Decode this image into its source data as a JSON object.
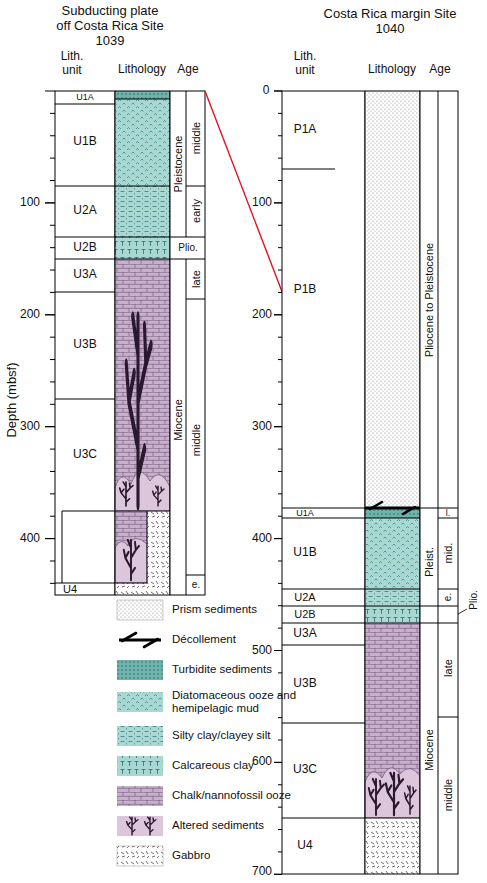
{
  "diagram": {
    "labels": [
      "Subducting plate off Costa Rica Site 1039",
      "Lith. unit",
      "Lithology",
      "Age",
      "U1A",
      "U1B",
      "U2A",
      "U2B",
      "U3A",
      "U3B",
      "U3C",
      "U4",
      "Pleistocene",
      "middle",
      "early",
      "Plio.",
      "late",
      "Miocene",
      "middle",
      "e.",
      "100",
      "200",
      "300",
      "400",
      "Depth (mbsf)",
      "Costa Rica margin Site 1040",
      "Lith. unit",
      "Lithology",
      "Age",
      "0",
      "100",
      "200",
      "300",
      "400",
      "500",
      "600",
      "700",
      "P1A",
      "P1B",
      "U1A",
      "U1B",
      "U2A",
      "U2B",
      "U3A",
      "U3B",
      "U3C",
      "U4",
      "Pliocene to Pleistocene",
      "l.",
      "Pleist.",
      "mid.",
      "e.",
      "Plio.",
      "late",
      "Miocene",
      "middle"
    ],
    "legend": [
      {
        "text": "Prism sediments"
      },
      {
        "text": "Décollement"
      },
      {
        "text": "Turbidite sediments"
      },
      {
        "text": "Diatomaceous ooze and hemipelagic mud"
      },
      {
        "text": "Silty clay/clayey silt"
      },
      {
        "text": "Calcareous clay"
      },
      {
        "text": "Chalk/nannofossil ooze"
      },
      {
        "text": "Altered sediments"
      },
      {
        "text": "Gabbro"
      }
    ]
  }
}
